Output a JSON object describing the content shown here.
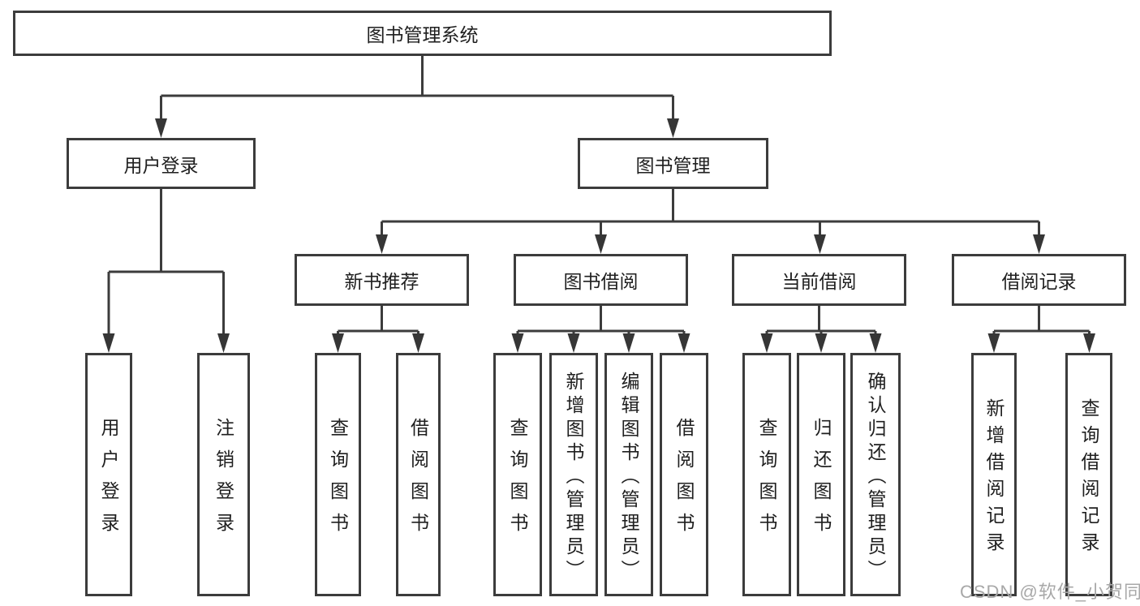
{
  "nodes": {
    "root": "图书管理系统",
    "user_login": "用户登录",
    "book_mgmt": "图书管理",
    "new_books": "新书推荐",
    "book_borrow": "图书借阅",
    "current_borrow": "当前借阅",
    "borrow_records": "借阅记录",
    "leaf_user_login": "用户登录",
    "leaf_logout": "注销登录",
    "leaf_nb_query": "查询图书",
    "leaf_nb_borrow": "借阅图书",
    "leaf_bb_query": "查询图书",
    "leaf_bb_add": "新增图书（管理员）",
    "leaf_bb_edit": "编辑图书（管理员）",
    "leaf_bb_borrow": "借阅图书",
    "leaf_cb_query": "查询图书",
    "leaf_cb_return": "归还图书",
    "leaf_cb_confirm": "确认归还（管理员）",
    "leaf_br_add": "新增借阅记录",
    "leaf_br_query": "查询借阅记录"
  },
  "watermark": "CSDN @软件_小贺同学",
  "colors": {
    "line": "#3c3c3c",
    "text": "#1f1f1f",
    "watermark": "#a8a8a8",
    "background": "#ffffff"
  }
}
